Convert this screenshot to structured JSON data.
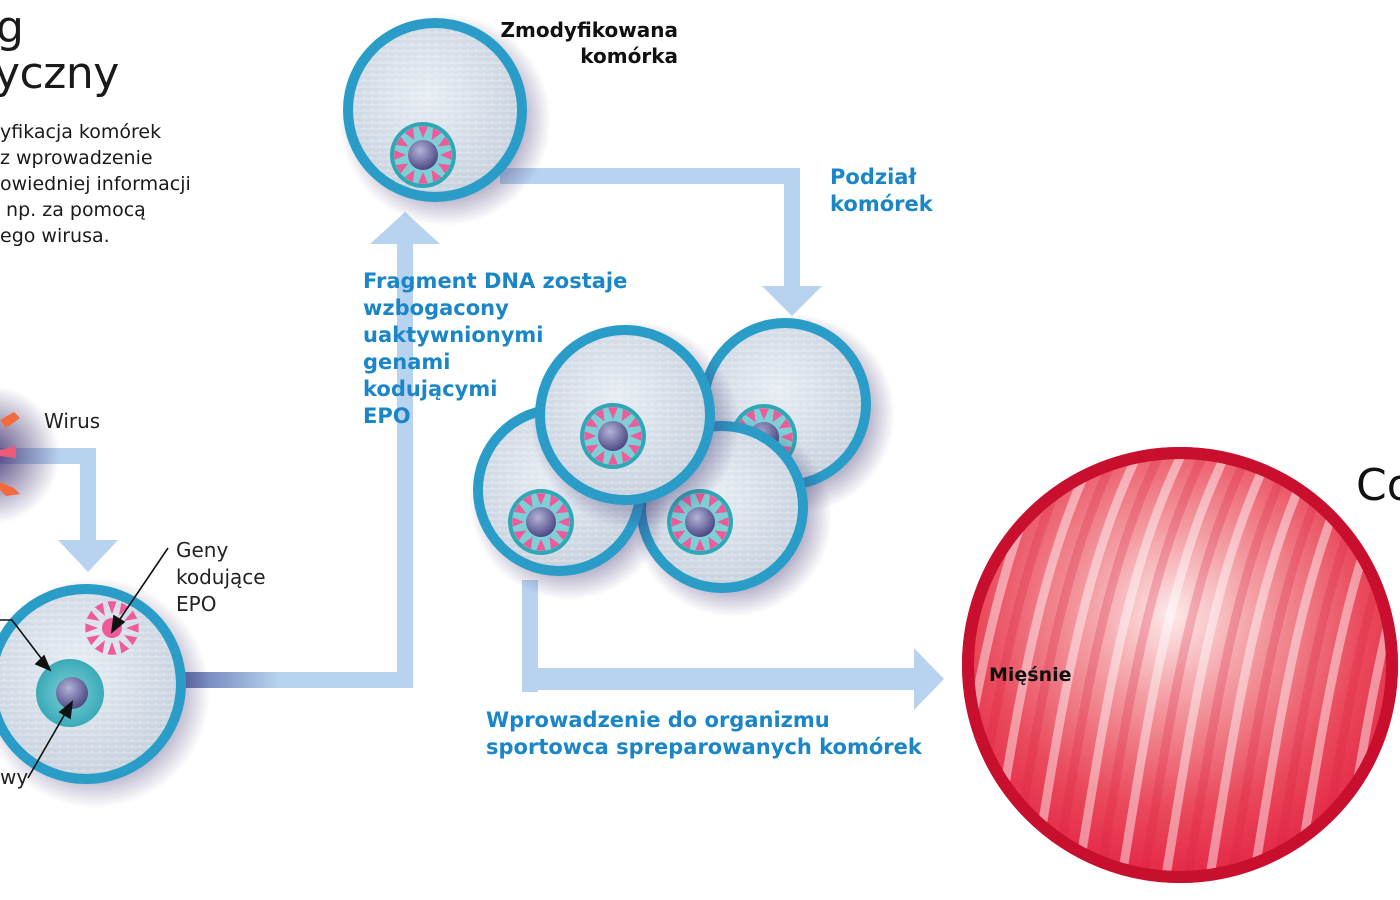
{
  "title": {
    "line1": "g",
    "line2": "yczny"
  },
  "description": {
    "lines": [
      "yfikacja komórek",
      "z wprowadzenie",
      "owiedniej informacji",
      " np. za pomocą",
      "ego wirusa."
    ]
  },
  "labels": {
    "virus": "Wirus",
    "genes_line1": "Geny",
    "genes_line2": "kodujące",
    "genes_line3": "EPO",
    "partial_left": "wy",
    "modified_cell_line1": "Zmodyfikowana",
    "modified_cell_line2": "komórka",
    "cell_division_line1": "Podział",
    "cell_division_line2": "komórek",
    "dna_fragment": [
      "Fragment DNA zostaje",
      "wzbogacony",
      "uaktywnionymi",
      "genami",
      "kodującymi",
      "EPO"
    ],
    "introduction_line1": "Wprowadzenie do organizmu",
    "introduction_line2": "sportowca spreparowanych komórek",
    "muscles": "Mięśnie",
    "partial_right": "Co"
  },
  "colors": {
    "arrow": "#b7d3ef",
    "cell_membrane": "#2a9cc8",
    "cell_body": "#d5dde8",
    "nucleus_ring": "#3ab7c4",
    "gene_pink": "#ee5a9a",
    "nucleolus": "#6a6aa0",
    "accent_text": "#1a86c7",
    "muscle_red": "#c8102e",
    "muscle_fill": "#e8515f",
    "virus_orange": "#f26b3a"
  }
}
